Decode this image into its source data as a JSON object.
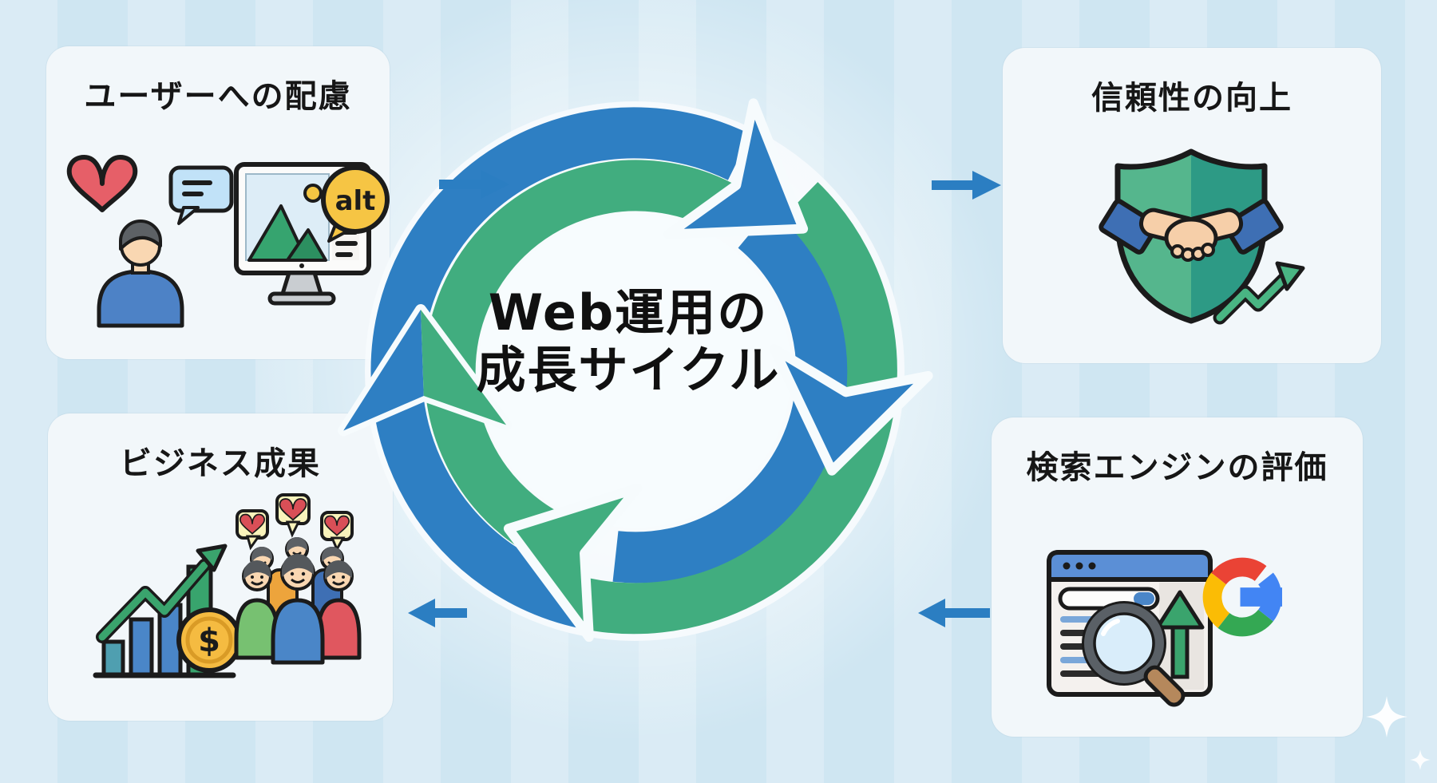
{
  "image_type": "infographic-cycle-diagram",
  "background_color": "#cfe6f2",
  "center": {
    "title_line1": "Web運用の",
    "title_line2": "成長サイクル",
    "cycle": {
      "direction": "clockwise",
      "blue": "#2e7fc3",
      "green": "#41ad7f"
    }
  },
  "panels": {
    "top_left": {
      "title": "ユーザーへの配慮",
      "icons": [
        "heart-icon",
        "user-icon",
        "comment-bubble-icon",
        "monitor-image-icon",
        "alt-badge"
      ],
      "alt_badge_text": "alt"
    },
    "top_right": {
      "title": "信頼性の向上",
      "icons": [
        "shield-handshake-icon",
        "growth-zigzag-arrow-icon"
      ]
    },
    "bottom_left": {
      "title": "ビジネス成果",
      "icons": [
        "bar-chart-icon",
        "growth-zigzag-arrow-icon",
        "dollar-coin-icon",
        "happy-community-icon"
      ],
      "coin_text": "$"
    },
    "bottom_right": {
      "title": "検索エンジンの評価",
      "icons": [
        "browser-search-icon",
        "magnifier-icon",
        "rank-up-arrow-icon",
        "google-g-icon"
      ]
    }
  },
  "connector_arrows": [
    {
      "position": "top-left",
      "direction": "right"
    },
    {
      "position": "top-right",
      "direction": "right"
    },
    {
      "position": "bottom-left",
      "direction": "left"
    },
    {
      "position": "bottom-right",
      "direction": "left"
    }
  ],
  "decor": {
    "sparkle_color": "#ffffff"
  }
}
